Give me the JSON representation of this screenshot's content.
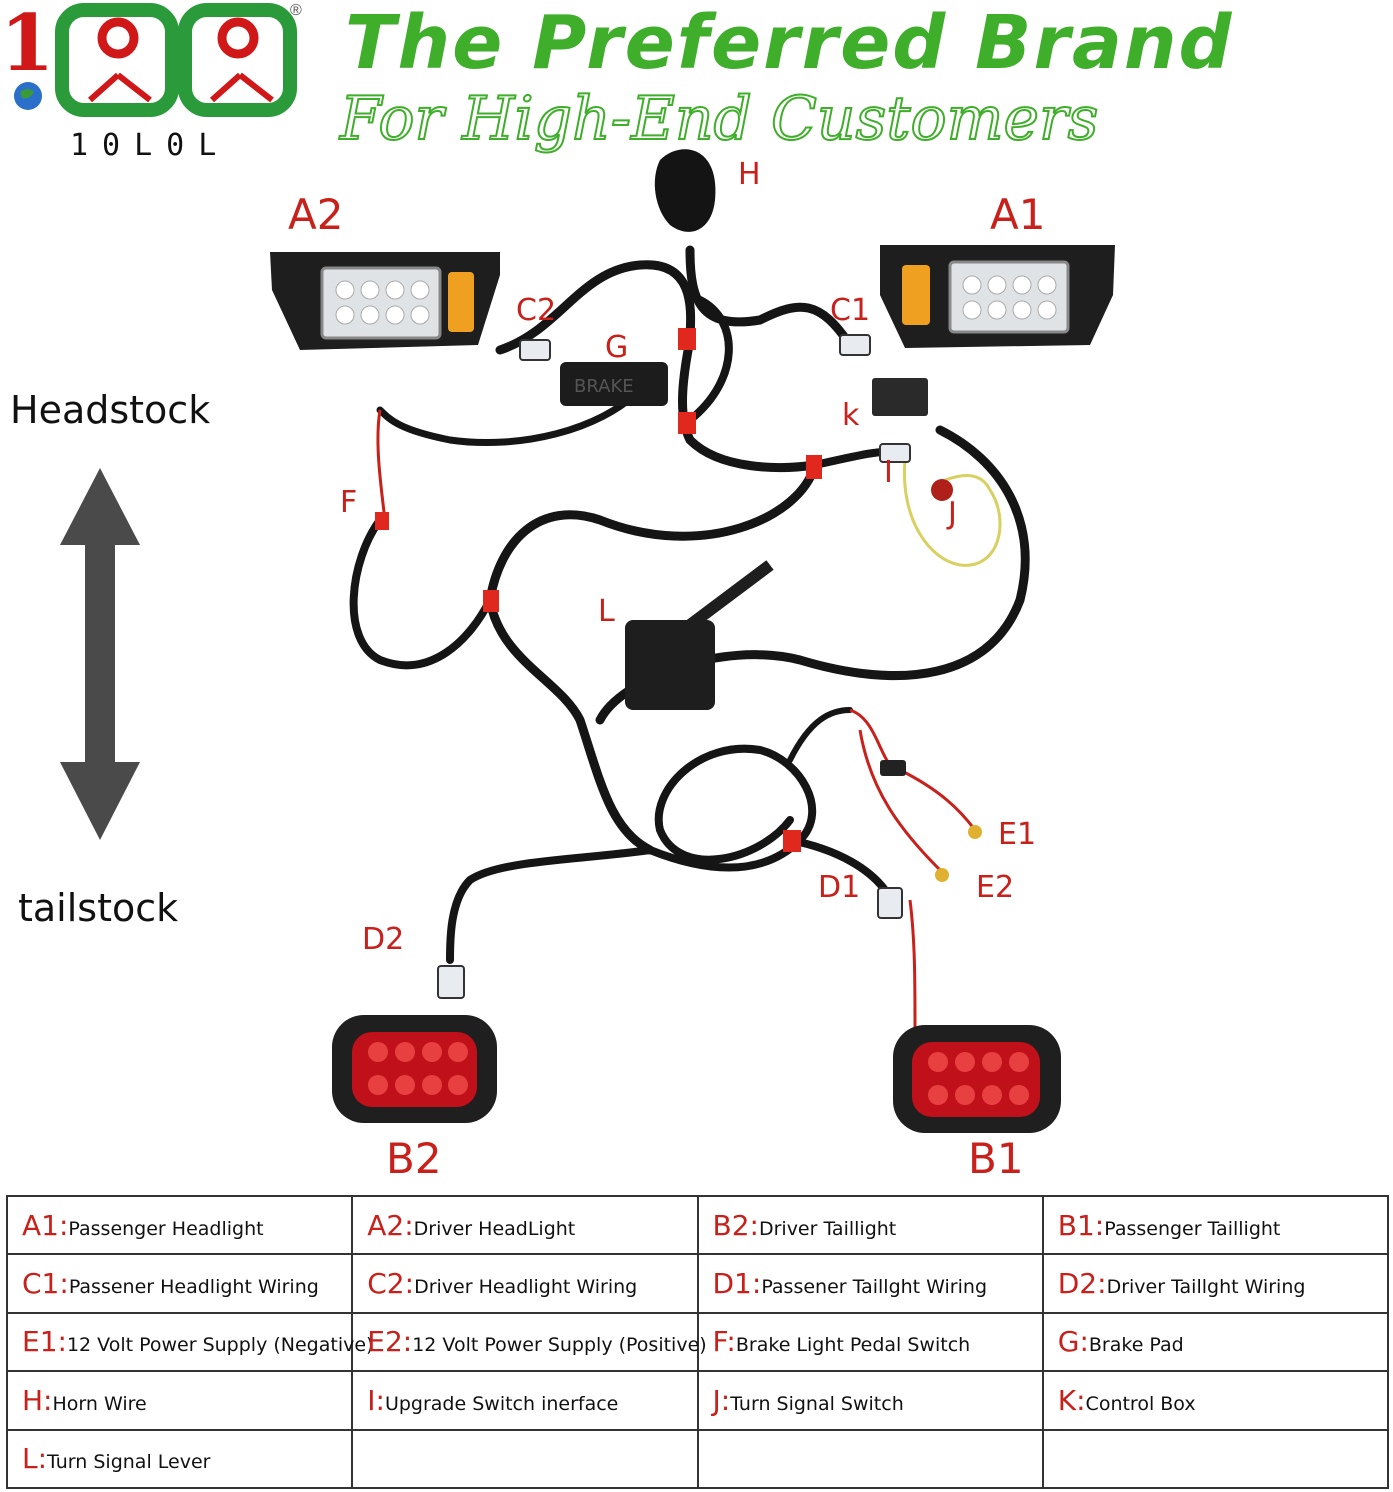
{
  "logo": {
    "brand": "10L0L",
    "registered": "®"
  },
  "headline": "The Preferred Brand",
  "subline": "For High-End Customers",
  "orientation": {
    "top": "Headstock",
    "bottom": "tailstock"
  },
  "labels": {
    "A1": "A1",
    "A2": "A2",
    "B1": "B1",
    "B2": "B2",
    "C1": "C1",
    "C2": "C2",
    "D1": "D1",
    "D2": "D2",
    "E1": "E1",
    "E2": "E2",
    "F": "F",
    "G": "G",
    "H": "H",
    "I": "I",
    "J": "J",
    "K": "k",
    "L": "L"
  },
  "brake_pad_text": "BRAKE",
  "legend": [
    [
      {
        "code": "A1:",
        "desc": "Passenger Headlight"
      },
      {
        "code": "A2:",
        "desc": "Driver HeadLight"
      },
      {
        "code": "B2:",
        "desc": "Driver Taillight"
      },
      {
        "code": "B1:",
        "desc": "Passenger Taillight"
      }
    ],
    [
      {
        "code": "C1:",
        "desc": "Passener Headlight Wiring"
      },
      {
        "code": "C2:",
        "desc": "Driver Headlight Wiring"
      },
      {
        "code": "D1:",
        "desc": "Passener Taillght Wiring"
      },
      {
        "code": "D2:",
        "desc": "Driver Taillght Wiring"
      }
    ],
    [
      {
        "code": "E1:",
        "desc": "12 Volt Power Supply (Negative)"
      },
      {
        "code": "E2:",
        "desc": "12 Volt Power Supply (Positive)"
      },
      {
        "code": "F:",
        "desc": "Brake Light Pedal Switch"
      },
      {
        "code": "G:",
        "desc": "Brake Pad"
      }
    ],
    [
      {
        "code": "H:",
        "desc": "Horn Wire"
      },
      {
        "code": "I:",
        "desc": "Upgrade Switch inerface"
      },
      {
        "code": "J:",
        "desc": "Turn Signal Switch"
      },
      {
        "code": "K:",
        "desc": "Control Box"
      }
    ],
    [
      {
        "code": "L:",
        "desc": "Turn Signal Lever"
      },
      {
        "code": "",
        "desc": ""
      },
      {
        "code": "",
        "desc": ""
      },
      {
        "code": "",
        "desc": ""
      }
    ]
  ],
  "colors": {
    "brand_green": "#3fae2a",
    "label_red": "#c8201a",
    "wire": "#151515",
    "tape": "#e0281f",
    "taillight": "#c0101a",
    "amber": "#f0a020"
  }
}
